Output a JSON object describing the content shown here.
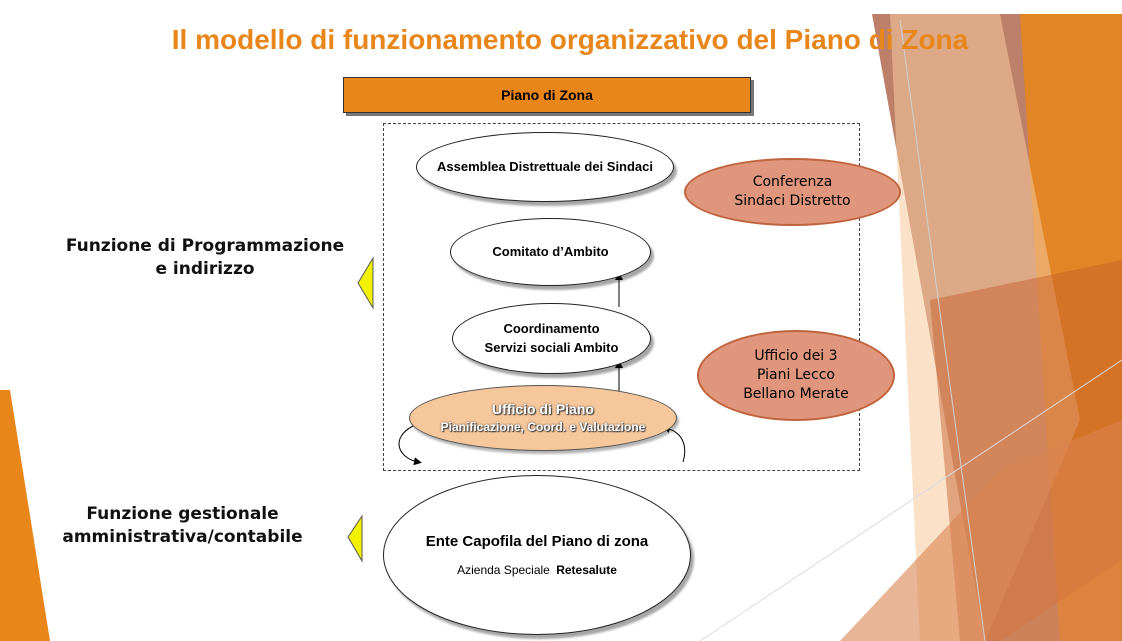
{
  "title": "Il modello di funzionamento organizzativo del Piano di Zona",
  "header": "Piano di Zona",
  "functions": {
    "programmazione": [
      "Funzione di Programmazione",
      "e indirizzo"
    ],
    "gestionale": [
      "Funzione gestionale",
      "amministrativa/contabile"
    ]
  },
  "nodes": {
    "assemblea": "Assemblea Distrettuale dei Sindaci",
    "comitato": "Comitato d’Ambito",
    "coordinamento": [
      "Coordinamento",
      "Servizi sociali Ambito"
    ],
    "ufficio_piano": [
      "Ufficio di Piano",
      "Pianificazione, Coord. e Valutazione"
    ],
    "conferenza": [
      "Conferenza",
      "Sindaci Distretto"
    ],
    "ufficio_3": [
      "Ufficio dei 3",
      "Piani Lecco",
      "Bellano Merate"
    ],
    "ente": {
      "title": "Ente Capofila del Piano di zona",
      "subtitle_prefix": "Azienda Speciale",
      "subtitle_bold": "Retesalute"
    }
  },
  "colors": {
    "accent": "#e8861a",
    "salmon": "#e0967c",
    "peach": "#f6c79b",
    "marker": "#f2f200"
  }
}
